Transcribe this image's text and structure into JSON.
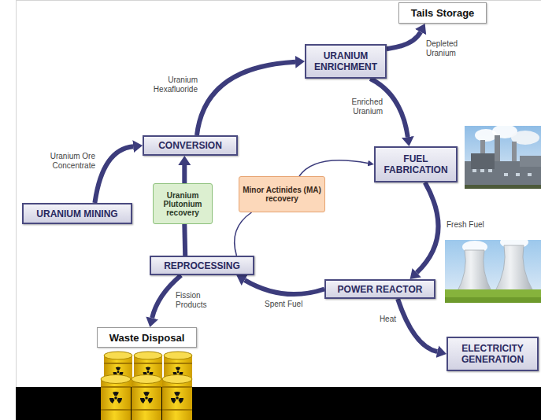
{
  "diagram": {
    "nodes": [
      {
        "text": [
          "Tails Storage"
        ]
      },
      {
        "text": [
          "URANIUM ENRICHMENT"
        ]
      },
      {
        "text": [
          "CONVERSION"
        ]
      },
      {
        "text": [
          "FUEL FABRICATION"
        ]
      },
      {
        "text": [
          "URANIUM MINING"
        ]
      },
      {
        "text": [
          "Uranium Plutonium recovery"
        ]
      },
      {
        "text": [
          "Minor Actinides (MA) recovery"
        ]
      },
      {
        "text": [
          "REPROCESSING"
        ]
      },
      {
        "text": [
          "POWER REACTOR"
        ]
      },
      {
        "text": [
          "Waste Disposal"
        ]
      },
      {
        "text": [
          "ELECTRICITY GENERATION"
        ]
      }
    ],
    "edges": [
      {
        "from": 4,
        "to": 2,
        "label": "Uranium Ore Concentrate",
        "arrow": "to"
      },
      {
        "from": 2,
        "to": 1,
        "label": "Uranium Hexafluoride",
        "arrow": "to"
      },
      {
        "from": 1,
        "to": 0,
        "label": "Depleted Uranium",
        "arrow": "to"
      },
      {
        "from": 1,
        "to": 3,
        "label": "Enriched Uranium",
        "arrow": "to"
      },
      {
        "from": 3,
        "to": 8,
        "label": "Fresh Fuel",
        "arrow": "to"
      },
      {
        "from": 8,
        "to": 7,
        "label": "Spent Fuel",
        "arrow": "to"
      },
      {
        "from": 7,
        "to": 9,
        "label": "Fission Products",
        "arrow": "to"
      },
      {
        "from": 8,
        "to": 10,
        "label": "Heat",
        "arrow": "to"
      },
      {
        "from": 7,
        "to": 5,
        "arrow": "none"
      },
      {
        "from": 5,
        "to": 2,
        "arrow": "to"
      },
      {
        "from": 7,
        "to": 6,
        "arrow": "none"
      },
      {
        "from": 6,
        "to": 3,
        "arrow": "to"
      }
    ]
  }
}
